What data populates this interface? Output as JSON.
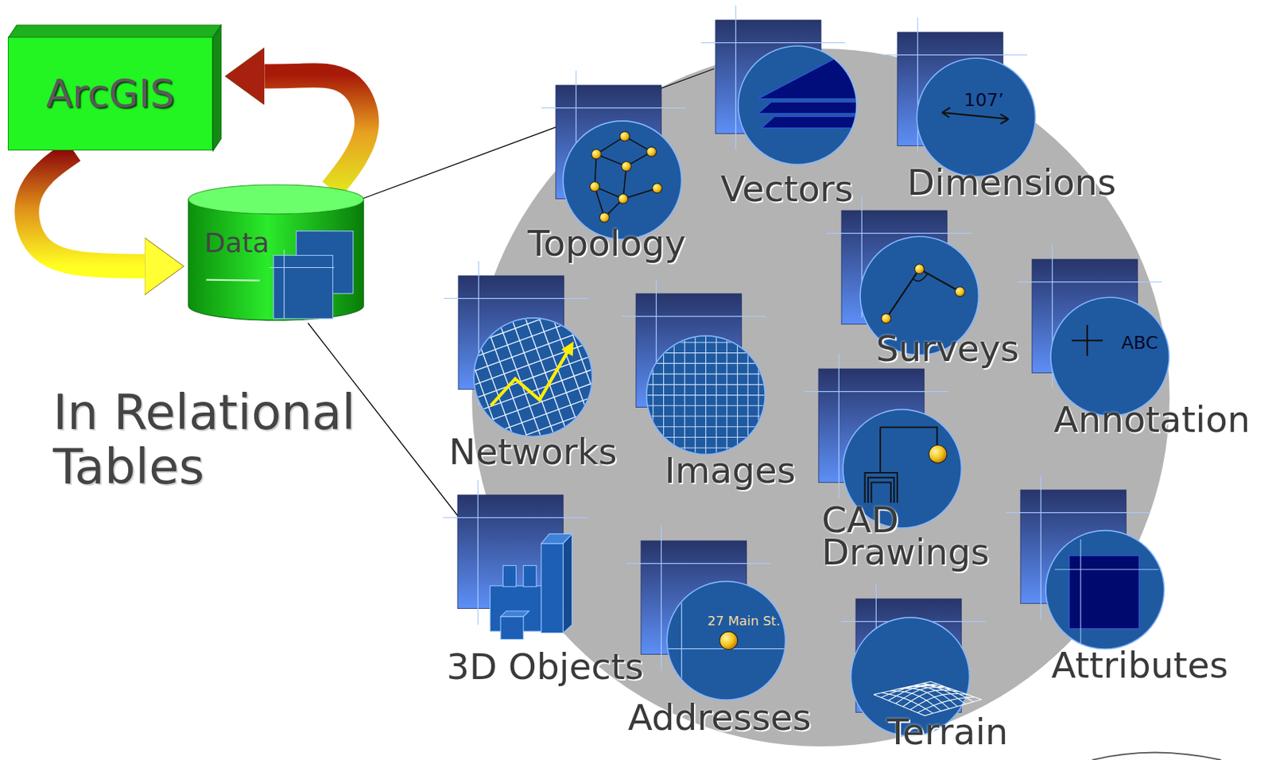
{
  "diagram": {
    "nodes": [
      {
        "text": [
          "ArcGIS"
        ]
      },
      {
        "text": [
          "Data"
        ]
      },
      {
        "text": [
          "Topology"
        ]
      },
      {
        "text": [
          "Vectors"
        ]
      },
      {
        "text": [
          "Dimensions",
          "107’"
        ]
      },
      {
        "text": [
          "Surveys"
        ]
      },
      {
        "text": [
          "Annotation",
          "ABC"
        ]
      },
      {
        "text": [
          "Networks"
        ]
      },
      {
        "text": [
          "Images"
        ]
      },
      {
        "text": [
          "CAD Drawings"
        ]
      },
      {
        "text": [
          "3D Objects"
        ]
      },
      {
        "text": [
          "Addresses",
          "27 Main St."
        ]
      },
      {
        "text": [
          "Terrain"
        ]
      },
      {
        "text": [
          "Attributes"
        ]
      }
    ],
    "edges": [
      {
        "from": 0,
        "to": 1,
        "arrow": "to"
      },
      {
        "from": 1,
        "to": 0,
        "arrow": "to"
      }
    ],
    "labels": [
      "In Relational Tables"
    ]
  }
}
